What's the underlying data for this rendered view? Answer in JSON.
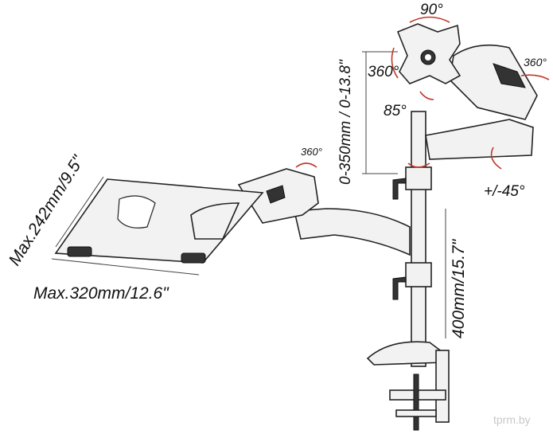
{
  "labels": {
    "tilt_top": "90°",
    "rotate_monitor_arm": "360°",
    "rotate_plate": "360°",
    "tilt_down": "85°",
    "height_monitor": "0-350mm / 0-13.8\"",
    "rotate_laptop_arm": "360°",
    "swivel": "+/-45°",
    "tray_depth": "Max.242mm/9.5\"",
    "tray_width": "Max.320mm/12.6\"",
    "pole_height": "400mm/15.7\""
  },
  "watermark": "tprm.by"
}
